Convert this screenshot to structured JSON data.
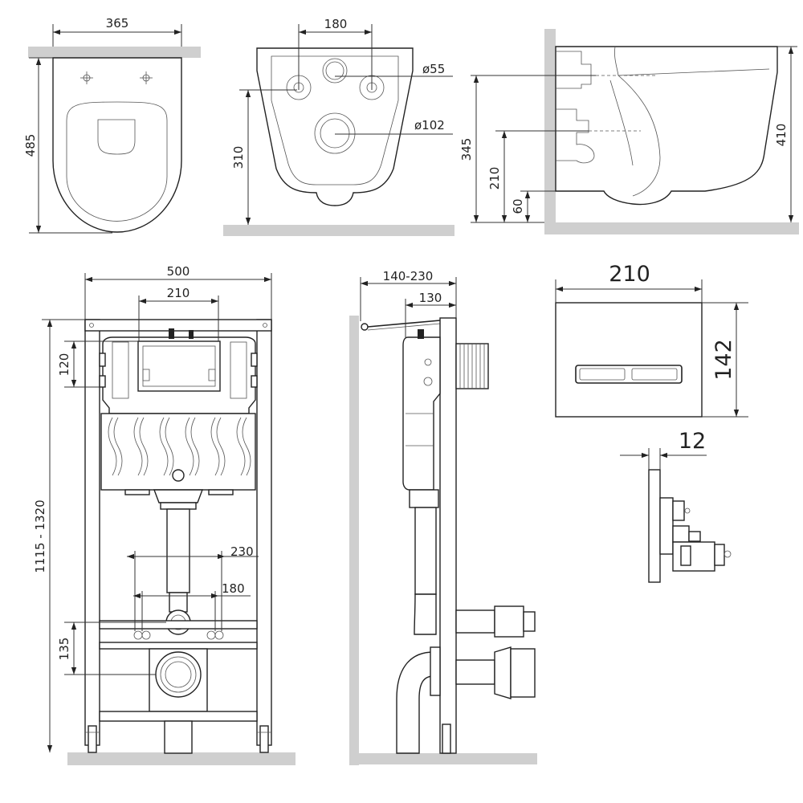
{
  "colors": {
    "line": "#222222",
    "floor": "#cfcfcf",
    "background": "#ffffff"
  },
  "bowl_top": {
    "width": "365",
    "depth": "485"
  },
  "bowl_back": {
    "hole_spacing": "180",
    "height": "310",
    "dia_small": "ø55",
    "dia_large": "ø102"
  },
  "bowl_side": {
    "h_345": "345",
    "h_210": "210",
    "h_60": "60",
    "h_410": "410"
  },
  "frame_front": {
    "width": "500",
    "tank_window": "210",
    "top_offset": "120",
    "height_range": "1115 - 1320",
    "drain_height": "135",
    "rod_230": "230",
    "rod_180": "180"
  },
  "frame_side": {
    "depth_range": "140-230",
    "depth": "130"
  },
  "flush_plate": {
    "width": "210",
    "height": "142",
    "thickness": "12"
  }
}
